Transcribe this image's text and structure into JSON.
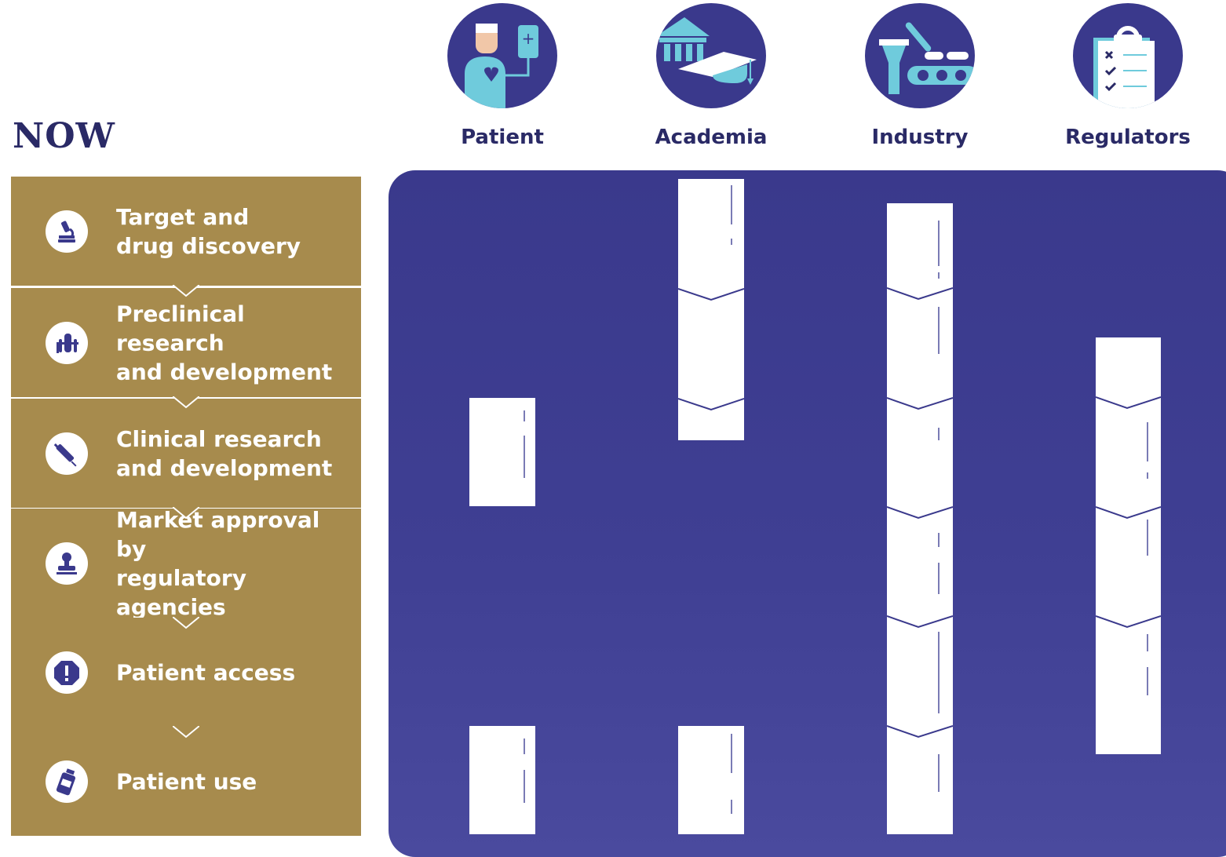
{
  "title": "NOW",
  "stages": [
    {
      "label_line1": "Target and",
      "label_line2": "drug discovery",
      "icon": "microscope-icon"
    },
    {
      "label_line1": "Preclinical research",
      "label_line2": "and development",
      "icon": "test-tubes-icon"
    },
    {
      "label_line1": "Clinical research",
      "label_line2": "and development",
      "icon": "syringe-icon"
    },
    {
      "label_line1": "Market approval by",
      "label_line2": "regulatory agencies",
      "icon": "approval-stamp-icon"
    },
    {
      "label_line1": "Patient access",
      "label_line2": "",
      "icon": "alert-octagon-icon"
    },
    {
      "label_line1": "Patient use",
      "label_line2": "",
      "icon": "medicine-bottle-icon"
    }
  ],
  "actors": [
    {
      "name": "Patient",
      "icon": "patient-iv-drip-icon"
    },
    {
      "name": "Academia",
      "icon": "university-graduation-cap-icon"
    },
    {
      "name": "Industry",
      "icon": "factory-conveyor-pills-icon"
    },
    {
      "name": "Regulators",
      "icon": "clipboard-checklist-icon"
    }
  ],
  "involvement": {
    "Patient": [
      "Clinical research and development",
      "Patient use"
    ],
    "Academia": [
      "Target and drug discovery",
      "Preclinical research and development",
      "Patient use"
    ],
    "Industry": [
      "Target and drug discovery",
      "Preclinical research and development",
      "Clinical research and development",
      "Market approval by regulatory agencies",
      "Patient access",
      "Patient use"
    ],
    "Regulators": [
      "Preclinical research and development",
      "Clinical research and development",
      "Market approval by regulatory agencies",
      "Patient access"
    ]
  },
  "colors": {
    "stage_bg": "#a78b4d",
    "board_bg": "#3a398c",
    "title_text": "#2a2a66",
    "block_bg": "#ffffff",
    "accent_cyan": "#6fcbdc"
  }
}
